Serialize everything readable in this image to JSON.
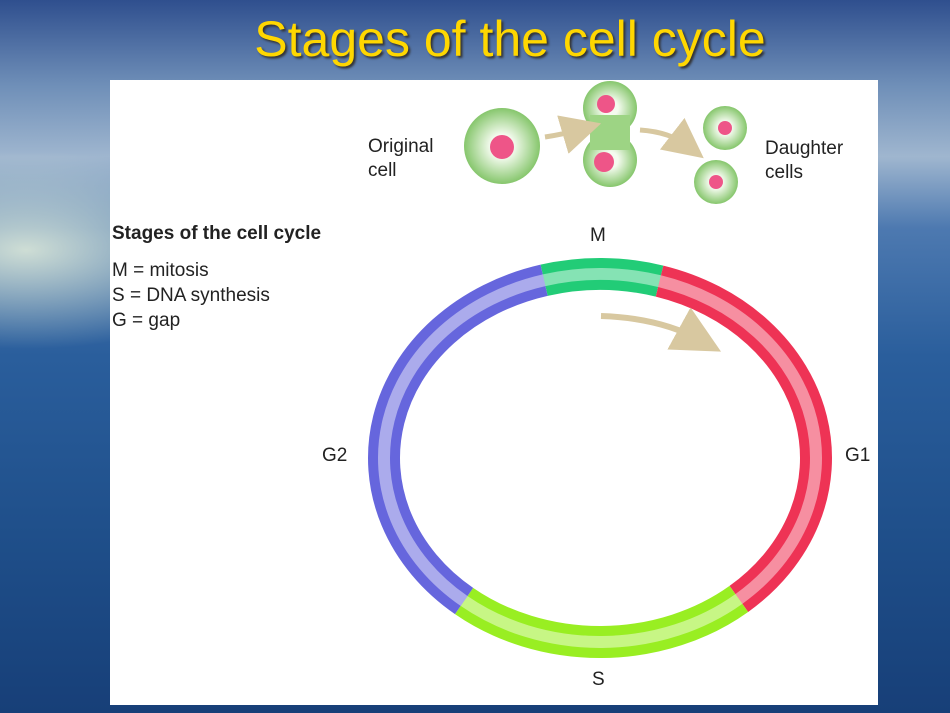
{
  "slide_title": "Stages of the cell cycle",
  "diagram": {
    "original_cell_label": [
      "Original",
      "cell"
    ],
    "daughter_cells_label": [
      "Daughter",
      "cells"
    ],
    "legend_title": "Stages of the cell cycle",
    "legend_items": [
      "M = mitosis",
      "S = DNA synthesis",
      "G = gap"
    ],
    "phases": {
      "M": "M",
      "G1": "G1",
      "S": "S",
      "G2": "G2"
    },
    "colors": {
      "M": "#22cc77",
      "G1": "#ee3355",
      "S": "#99ee22",
      "G2": "#6666dd",
      "cell": "#8fcc7a",
      "nucleus": "#ee5588"
    }
  }
}
